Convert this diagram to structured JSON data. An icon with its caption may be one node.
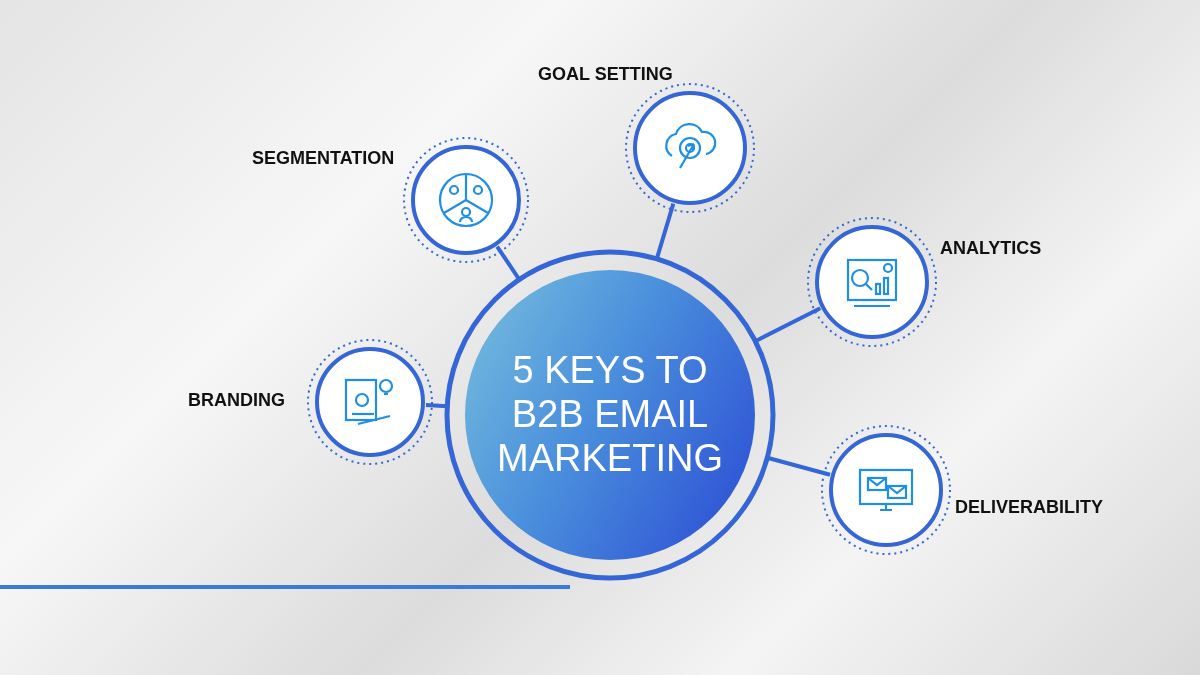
{
  "diagram": {
    "nodes": [
      {
        "text": [
          "5 KEYS TO B2B EMAIL MARKETING"
        ]
      },
      {
        "text": [],
        "shape": "circle",
        "beside": [
          "GOAL SETTING"
        ]
      },
      {
        "text": [],
        "shape": "circle",
        "beside": [
          "SEGMENTATION"
        ]
      },
      {
        "text": [],
        "shape": "circle",
        "beside": [
          "ANALYTICS"
        ]
      },
      {
        "text": [],
        "shape": "circle",
        "beside": [
          "BRANDING"
        ]
      },
      {
        "text": [],
        "shape": "circle",
        "beside": [
          "DELIVERABILITY"
        ]
      }
    ],
    "edges": [
      {
        "from": 0,
        "to": 1,
        "arrow": "none"
      },
      {
        "from": 0,
        "to": 2,
        "arrow": "none"
      },
      {
        "from": 0,
        "to": 3,
        "arrow": "none"
      },
      {
        "from": 0,
        "to": 4,
        "arrow": "none"
      },
      {
        "from": 0,
        "to": 5,
        "arrow": "none"
      }
    ]
  }
}
